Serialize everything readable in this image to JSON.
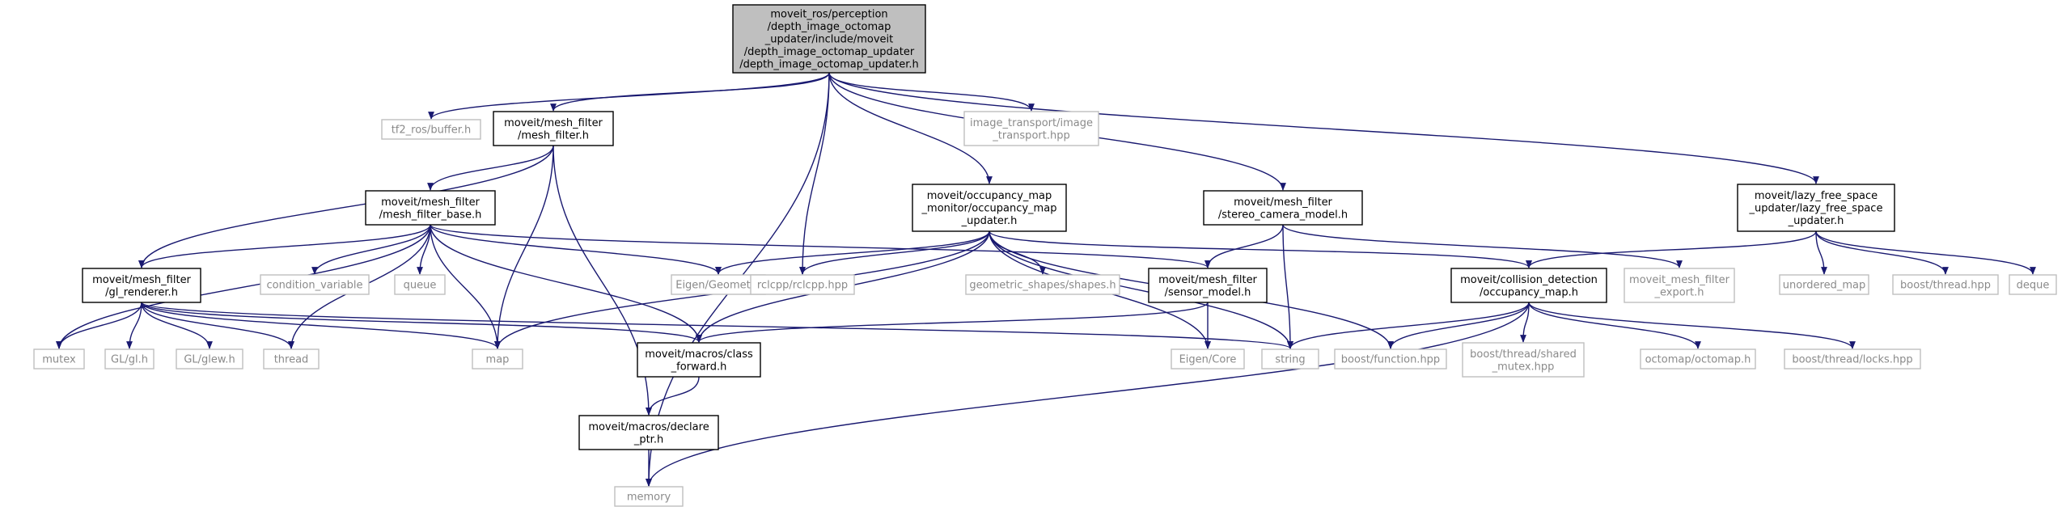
{
  "colors": {
    "edge": "#191970",
    "root_fill": "#bfbfbf",
    "external_border": "#bfbfbf",
    "external_text": "#8a8a8a"
  },
  "nodes": {
    "root": {
      "lines": [
        "moveit_ros/perception",
        "/depth_image_octomap",
        "_updater/include/moveit",
        "/depth_image_octomap_updater",
        "/depth_image_octomap_updater.h"
      ]
    },
    "memory": {
      "lines": [
        "memory"
      ]
    },
    "tf2_buffer": {
      "lines": [
        "tf2_ros/buffer.h"
      ]
    },
    "mesh_filter": {
      "lines": [
        "moveit/mesh_filter",
        "/mesh_filter.h"
      ]
    },
    "image_transport": {
      "lines": [
        "image_transport/image",
        "_transport.hpp"
      ]
    },
    "mesh_filter_base": {
      "lines": [
        "moveit/mesh_filter",
        "/mesh_filter_base.h"
      ]
    },
    "occupancy_updater": {
      "lines": [
        "moveit/occupancy_map",
        "_monitor/occupancy_map",
        "_updater.h"
      ]
    },
    "stereo_camera": {
      "lines": [
        "moveit/mesh_filter",
        "/stereo_camera_model.h"
      ]
    },
    "lazy_free_space": {
      "lines": [
        "moveit/lazy_free_space",
        "_updater/lazy_free_space",
        "_updater.h"
      ]
    },
    "gl_renderer": {
      "lines": [
        "moveit/mesh_filter",
        "/gl_renderer.h"
      ]
    },
    "condition_variable": {
      "lines": [
        "condition_variable"
      ]
    },
    "queue": {
      "lines": [
        "queue"
      ]
    },
    "eigen_geometry": {
      "lines": [
        "Eigen/Geometry"
      ]
    },
    "rclcpp": {
      "lines": [
        "rclcpp/rclcpp.hpp"
      ]
    },
    "geometric_shapes": {
      "lines": [
        "geometric_shapes/shapes.h"
      ]
    },
    "sensor_model": {
      "lines": [
        "moveit/mesh_filter",
        "/sensor_model.h"
      ]
    },
    "collision_occupancy": {
      "lines": [
        "moveit/collision_detection",
        "/occupancy_map.h"
      ]
    },
    "mesh_filter_export": {
      "lines": [
        "moveit_mesh_filter",
        "_export.h"
      ]
    },
    "unordered_map": {
      "lines": [
        "unordered_map"
      ]
    },
    "boost_thread": {
      "lines": [
        "boost/thread.hpp"
      ]
    },
    "deque": {
      "lines": [
        "deque"
      ]
    },
    "mutex": {
      "lines": [
        "mutex"
      ]
    },
    "gl_h": {
      "lines": [
        "GL/gl.h"
      ]
    },
    "glew_h": {
      "lines": [
        "GL/glew.h"
      ]
    },
    "thread": {
      "lines": [
        "thread"
      ]
    },
    "map": {
      "lines": [
        "map"
      ]
    },
    "class_forward": {
      "lines": [
        "moveit/macros/class",
        "_forward.h"
      ]
    },
    "eigen_core": {
      "lines": [
        "Eigen/Core"
      ]
    },
    "string": {
      "lines": [
        "string"
      ]
    },
    "boost_function": {
      "lines": [
        "boost/function.hpp"
      ]
    },
    "shared_mutex": {
      "lines": [
        "boost/thread/shared",
        "_mutex.hpp"
      ]
    },
    "octomap": {
      "lines": [
        "octomap/octomap.h"
      ]
    },
    "boost_locks": {
      "lines": [
        "boost/thread/locks.hpp"
      ]
    },
    "declare_ptr": {
      "lines": [
        "moveit/macros/declare",
        "_ptr.h"
      ]
    }
  },
  "edges": [
    [
      "root",
      "memory"
    ],
    [
      "root",
      "tf2_buffer"
    ],
    [
      "root",
      "mesh_filter"
    ],
    [
      "root",
      "image_transport"
    ],
    [
      "root",
      "rclcpp"
    ],
    [
      "root",
      "occupancy_updater"
    ],
    [
      "root",
      "stereo_camera"
    ],
    [
      "root",
      "lazy_free_space"
    ],
    [
      "mesh_filter",
      "mesh_filter_base"
    ],
    [
      "mesh_filter",
      "gl_renderer"
    ],
    [
      "mesh_filter",
      "map"
    ],
    [
      "mesh_filter",
      "declare_ptr"
    ],
    [
      "mesh_filter_base",
      "gl_renderer"
    ],
    [
      "mesh_filter_base",
      "mutex"
    ],
    [
      "mesh_filter_base",
      "thread"
    ],
    [
      "mesh_filter_base",
      "condition_variable"
    ],
    [
      "mesh_filter_base",
      "queue"
    ],
    [
      "mesh_filter_base",
      "map"
    ],
    [
      "mesh_filter_base",
      "eigen_geometry"
    ],
    [
      "mesh_filter_base",
      "class_forward"
    ],
    [
      "mesh_filter_base",
      "sensor_model"
    ],
    [
      "gl_renderer",
      "mutex"
    ],
    [
      "gl_renderer",
      "gl_h"
    ],
    [
      "gl_renderer",
      "glew_h"
    ],
    [
      "gl_renderer",
      "thread"
    ],
    [
      "gl_renderer",
      "map"
    ],
    [
      "gl_renderer",
      "class_forward"
    ],
    [
      "gl_renderer",
      "string"
    ],
    [
      "occupancy_updater",
      "eigen_geometry"
    ],
    [
      "occupancy_updater",
      "rclcpp"
    ],
    [
      "occupancy_updater",
      "geometric_shapes"
    ],
    [
      "occupancy_updater",
      "map"
    ],
    [
      "occupancy_updater",
      "class_forward"
    ],
    [
      "occupancy_updater",
      "collision_occupancy"
    ],
    [
      "occupancy_updater",
      "eigen_core"
    ],
    [
      "occupancy_updater",
      "string"
    ],
    [
      "occupancy_updater",
      "boost_function"
    ],
    [
      "stereo_camera",
      "sensor_model"
    ],
    [
      "stereo_camera",
      "string"
    ],
    [
      "stereo_camera",
      "mesh_filter_export"
    ],
    [
      "lazy_free_space",
      "collision_occupancy"
    ],
    [
      "lazy_free_space",
      "unordered_map"
    ],
    [
      "lazy_free_space",
      "boost_thread"
    ],
    [
      "lazy_free_space",
      "deque"
    ],
    [
      "sensor_model",
      "eigen_core"
    ],
    [
      "sensor_model",
      "class_forward"
    ],
    [
      "collision_occupancy",
      "string"
    ],
    [
      "collision_occupancy",
      "boost_function"
    ],
    [
      "collision_occupancy",
      "shared_mutex"
    ],
    [
      "collision_occupancy",
      "octomap"
    ],
    [
      "collision_occupancy",
      "boost_locks"
    ],
    [
      "collision_occupancy",
      "memory"
    ],
    [
      "class_forward",
      "declare_ptr"
    ],
    [
      "declare_ptr",
      "memory"
    ]
  ]
}
